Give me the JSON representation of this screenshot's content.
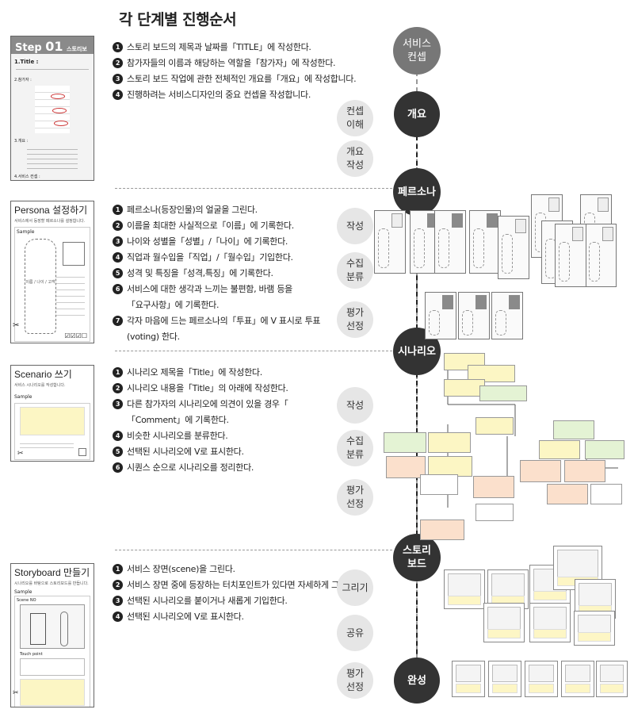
{
  "title": "각 단계별 진행순서",
  "sections": [
    {
      "card": {
        "step_label": "Step",
        "step_num": "01",
        "step_title": "스토리보드 개요",
        "lines": [
          "1.Title :",
          "2.참가자 :",
          "3.개요 :",
          "4.서비스 컨셉 :"
        ]
      },
      "instructions": [
        {
          "n": "1",
          "text": "스토리 보드의 제목과 날짜를「TITLE」에 작성한다."
        },
        {
          "n": "2",
          "text": "참가자들의 이름과 해당하는 역할을「참가자」에 작성한다."
        },
        {
          "n": "3",
          "text": "스토리 보드 작업에 관한 전체적인 개요를「개요」에 작성합니다."
        },
        {
          "n": "4",
          "text": "진행하려는 서비스디자인의 중요 컨셉을 작성합니다."
        }
      ]
    },
    {
      "card": {
        "title": "Persona 설정하기",
        "subtitle": "서비스에서 등장할 페르소나를 설정합니다.",
        "sample": "Sample",
        "body_label": "이름 / 나이 / 고객"
      },
      "instructions": [
        {
          "n": "1",
          "text": "페르소나(등장인물)의 얼굴을 그린다."
        },
        {
          "n": "2",
          "text": "이름을 최대한 사실적으로「이름」에 기록한다."
        },
        {
          "n": "3",
          "text": "나이와 성별을「성별」/「나이」에 기록한다."
        },
        {
          "n": "4",
          "text": "직업과 월수입을「직업」/「월수입」기입한다."
        },
        {
          "n": "5",
          "text": "성격 및 특징을「성격,특징」에 기록한다."
        },
        {
          "n": "6",
          "text": "서비스에 대한 생각과 느끼는 불편함, 바램 등을"
        },
        {
          "n": "",
          "text": "「요구사항」에 기록한다."
        },
        {
          "n": "7",
          "text": "각자 마음에 드는 페르소나의「투표」에 V 표시로 투표"
        },
        {
          "n": "",
          "text": "(voting) 한다."
        }
      ]
    },
    {
      "card": {
        "title": "Scenario 쓰기",
        "subtitle": "서비스 시나리오를 작성합니다.",
        "sample": "Sample"
      },
      "instructions": [
        {
          "n": "1",
          "text": "시나리오 제목을「Title」에 작성한다."
        },
        {
          "n": "2",
          "text": "시나리오 내용을「Title」의 아래에 작성한다."
        },
        {
          "n": "3",
          "text": "다른 참가자의 시나리오에 의견이 있을 경우「"
        },
        {
          "n": "",
          "text": "「Comment」에 기록한다."
        },
        {
          "n": "4",
          "text": "비슷한 시나리오를 분류한다."
        },
        {
          "n": "5",
          "text": "선택된 시나리오에 V로 표시한다."
        },
        {
          "n": "6",
          "text": "시퀀스 순으로 시나리오를 정리한다."
        }
      ]
    },
    {
      "card": {
        "title": "Storyboard 만들기",
        "subtitle": "시나리오를 바탕으로 스토리보드를 만듭니다.",
        "sample": "Sample",
        "scene": "Scene NO",
        "touch": "Touch point"
      },
      "instructions": [
        {
          "n": "1",
          "text": "서비스 장면(scene)을 그린다."
        },
        {
          "n": "2",
          "text": "서비스 장면 중에 등장하는 터치포인트가 있다면 자세하게 그린다"
        },
        {
          "n": "3",
          "text": "선택된 시나리오를 붙이거나 새롭게 기입한다."
        },
        {
          "n": "4",
          "text": "선택된 시나리오에 V로 표시한다."
        }
      ]
    }
  ],
  "flow": {
    "nodes": [
      "서비스\n컨셉",
      "개요",
      "페르소나",
      "시나리오",
      "스토리\n보드",
      "완성"
    ],
    "tags": [
      "컨셉\n이해",
      "개요\n작성",
      "작성",
      "수집\n분류",
      "평가\n선정",
      "작성",
      "수집\n분류",
      "평가\n선정",
      "그리기",
      "공유",
      "평가\n선정"
    ]
  },
  "colors": {
    "dark": "#333333",
    "gray": "#777777",
    "tag": "#e6e6e6"
  }
}
